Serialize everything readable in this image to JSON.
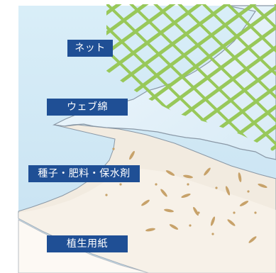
{
  "layers": [
    {
      "label": "ネット"
    },
    {
      "label": "ウェブ綿"
    },
    {
      "label": "種子・肥料・保水剤"
    },
    {
      "label": "植生用紙"
    }
  ],
  "colors": {
    "background": "#cfe6f4",
    "web_cotton": "#e4f1fa",
    "seed_layer": "#f4ede2",
    "paper": "#fdf8f3",
    "net": "#98c85a",
    "seeds": "#c7a26a",
    "label_bg": "#1f4f95",
    "label_text": "#ffffff"
  }
}
